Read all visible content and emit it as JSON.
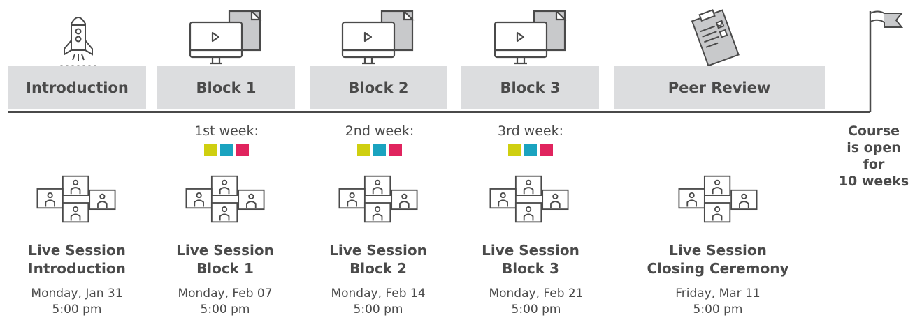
{
  "colors": {
    "bar": "#dcdddf",
    "line": "#4a4a4a",
    "text": "#4a4a4a",
    "yellow": "#cfcf10",
    "teal": "#1aa3bf",
    "pink": "#e0245e"
  },
  "stages": [
    {
      "label": "Introduction",
      "icon": "rocket-icon"
    },
    {
      "label": "Block 1",
      "icon": "monitor-video-icon"
    },
    {
      "label": "Block 2",
      "icon": "monitor-video-icon"
    },
    {
      "label": "Block 3",
      "icon": "monitor-video-icon"
    },
    {
      "label": "Peer Review",
      "icon": "clipboard-checklist-icon"
    }
  ],
  "end_marker": {
    "icon": "flag-icon",
    "note_lines": [
      "Course",
      "is open",
      "for",
      "10 weeks"
    ]
  },
  "weeks": [
    "1st week:",
    "2nd week:",
    "3rd week:"
  ],
  "sessions": [
    {
      "title1": "Live Session",
      "title2": "Introduction",
      "date": "Monday, Jan 31",
      "time": "5:00 pm"
    },
    {
      "title1": "Live Session",
      "title2": "Block 1",
      "date": "Monday, Feb 07",
      "time": "5:00 pm"
    },
    {
      "title1": "Live Session",
      "title2": "Block 2",
      "date": "Monday, Feb 14",
      "time": "5:00 pm"
    },
    {
      "title1": "Live Session",
      "title2": "Block 3",
      "date": "Monday, Feb 21",
      "time": "5:00 pm"
    },
    {
      "title1": "Live Session",
      "title2": "Closing Ceremony",
      "date": "Friday, Mar 11",
      "time": "5:00 pm"
    }
  ]
}
